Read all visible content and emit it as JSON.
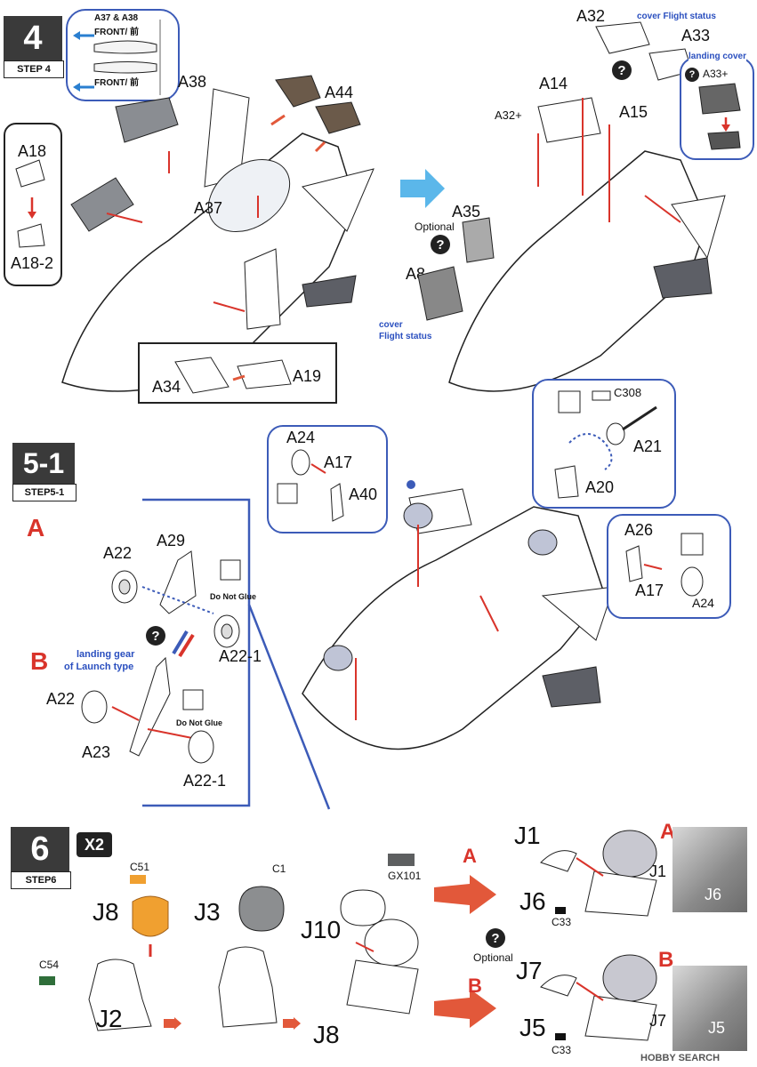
{
  "step4": {
    "number": "4",
    "sub": "STEP 4",
    "inset_title": "A37 & A38",
    "inset_front_1": "FRONT/ 前",
    "inset_front_2": "FRONT/ 前",
    "labels": {
      "a38": "A38",
      "a44": "A44",
      "a18": "A18",
      "a18_2": "A18-2",
      "a37": "A37",
      "a34": "A34",
      "a19": "A19"
    },
    "right": {
      "a32": "A32",
      "a33": "A33",
      "a14": "A14",
      "a15": "A15",
      "a32plus": "A32+",
      "a33plus": "A33+",
      "a35": "A35",
      "a8": "A8",
      "cover_flight_status_top": "cover Flight status",
      "landing_cover": "landing cover",
      "optional": "Optional",
      "cover_flight_status_bottom_1": "cover",
      "cover_flight_status_bottom_2": "Flight status"
    }
  },
  "step51": {
    "number": "5-1",
    "sub": "STEP5-1",
    "option_a": "A",
    "option_b": "B",
    "labels": {
      "a22_top": "A22",
      "a29": "A29",
      "a22_1_top": "A22-1",
      "do_not_glue_1": "Do Not Glue",
      "landing_gear_1": "landing gear",
      "landing_gear_2": "of Launch type",
      "a22_bottom": "A22",
      "a23": "A23",
      "a22_1_bottom": "A22-1",
      "do_not_glue_2": "Do Not Glue",
      "a24_left": "A24",
      "a17_left": "A17",
      "a40": "A40",
      "c308": "C308",
      "a21": "A21",
      "a20": "A20",
      "a26": "A26",
      "a17_right": "A17",
      "a24_right": "A24"
    }
  },
  "step6": {
    "number": "6",
    "sub": "STEP6",
    "times": "X2",
    "labels": {
      "c51": "C51",
      "j8_top": "J8",
      "c54": "C54",
      "j2": "J2",
      "c1": "C1",
      "j3": "J3",
      "gx101": "GX101",
      "j10": "J10",
      "j8_bottom": "J8",
      "j1": "J1",
      "j6": "J6",
      "c33_top": "C33",
      "optional": "Optional",
      "j7": "J7",
      "j5": "J5",
      "c33_bottom": "C33",
      "photo_a_j1": "J1",
      "photo_a_j6": "J6",
      "photo_b_j7": "J7",
      "photo_b_j5": "J5"
    },
    "option_a": "A",
    "option_b": "B"
  },
  "watermark": "HOBBY SEARCH",
  "colors": {
    "blue_accent": "#3c5bb8",
    "red_accent": "#d9342b",
    "arrow_orange": "#e2583a",
    "badge_dark": "#3a3a3a",
    "light_blue_arrow": "#5bb7ea",
    "orange_part": "#f0a030",
    "green_chip": "#2f6e3a",
    "gray_chip": "#5d5f60"
  }
}
